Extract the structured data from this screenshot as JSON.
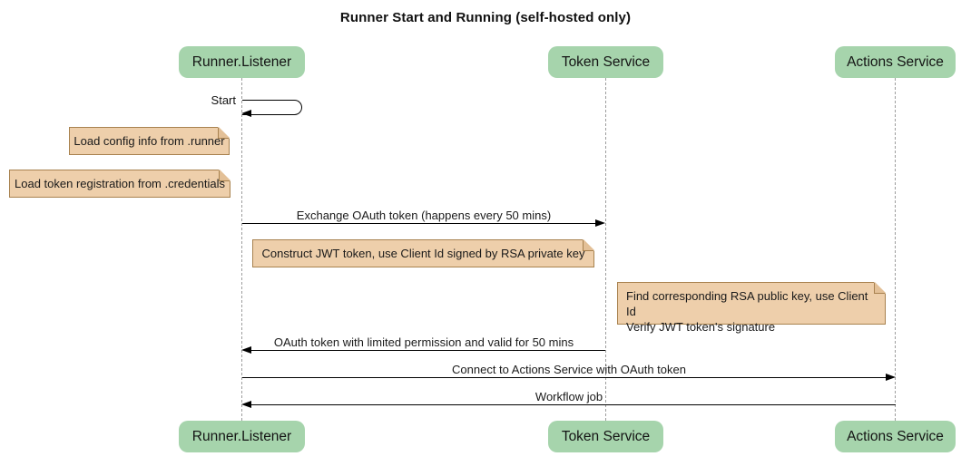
{
  "title": "Runner Start and Running (self-hosted only)",
  "actors": {
    "runner": "Runner.Listener",
    "token": "Token Service",
    "actions": "Actions Service"
  },
  "messages": {
    "start": "Start",
    "exchange_token": "Exchange OAuth token (happens every 50 mins)",
    "oauth_return": "OAuth token with limited permission and valid for 50 mins",
    "connect_actions": "Connect to Actions Service with OAuth token",
    "workflow_job": "Workflow job"
  },
  "notes": {
    "load_config": "Load config info from .runner",
    "load_token_registration": "Load token registration from .credentials",
    "construct_jwt": "Construct JWT token, use Client Id signed by RSA private key",
    "find_rsa_line1": "Find corresponding RSA public key, use Client Id",
    "find_rsa_line2": "Verify JWT token's signature"
  },
  "colors": {
    "actor_fill": "#a6d4ac",
    "note_fill": "#eecfab",
    "note_border": "#a8824f",
    "note_fold": "#e3c097",
    "lifeline": "#9d9d9d",
    "line": "#000000",
    "text": "#111111"
  }
}
